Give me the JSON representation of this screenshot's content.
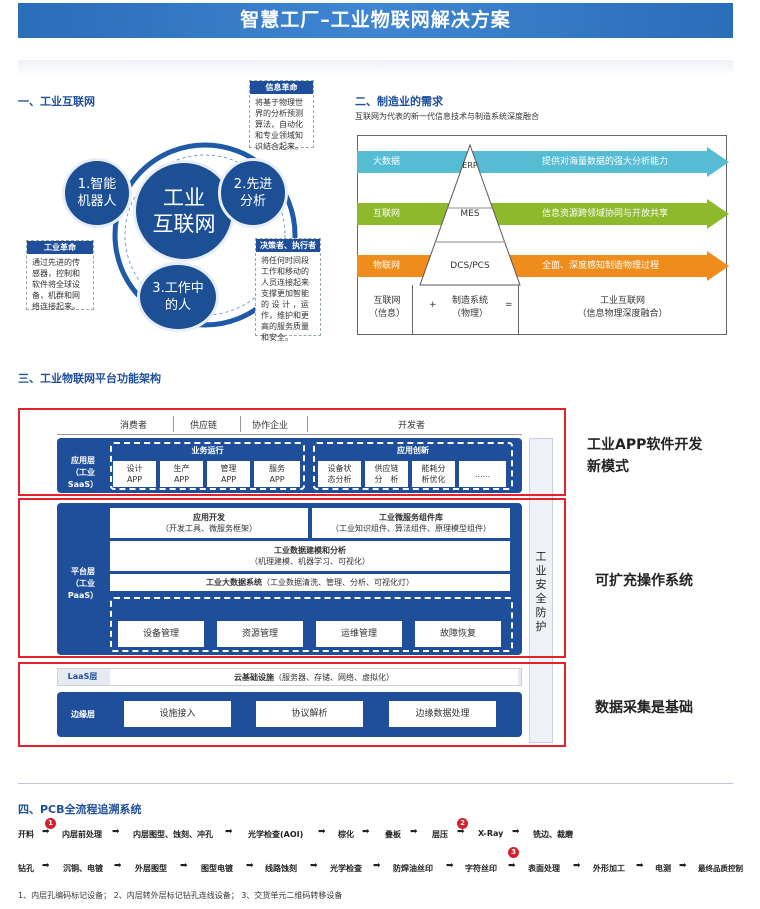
{
  "title": "智慧工厂–工业物联网解决方案",
  "sec1": {
    "title": "一、工业互联网",
    "center": [
      "工业",
      "互联网"
    ],
    "c1": [
      "1.智能",
      "机器人"
    ],
    "c2": [
      "2.先进",
      "分析"
    ],
    "c3": [
      "3.工作中",
      "的人"
    ],
    "note_info": {
      "head": "信息革命",
      "lines": [
        "将基于物理世",
        "界的分析预测",
        "算法，自动化",
        "和专业领域知",
        "识结合起来。"
      ]
    },
    "note_industry": {
      "head": "工业革命",
      "lines": [
        "通过先进的传",
        "感器，控制和",
        "软件将全球设",
        "备，机群和网",
        "络连接起来。"
      ]
    },
    "note_decision": {
      "head": "决策者、执行者",
      "lines": [
        "将任何时间段",
        "工作和移动的",
        "人员连接起来",
        "支撑更加智能",
        "的 设 计 ，运",
        "作，维护和更",
        "高的服务质量",
        "和安全。"
      ]
    }
  },
  "sec2": {
    "title": "二、制造业的需求",
    "subtitle": "互联网为代表的新一代信息技术与制造系统深度融合",
    "rows": [
      {
        "left": "大数据",
        "mid": "ERP",
        "right": "提供对海量数据的强大分析能力",
        "color": "#55bcd4"
      },
      {
        "left": "互联网",
        "mid": "MES",
        "right": "信息资源跨领域协同与开放共享",
        "color": "#8fb92c"
      },
      {
        "left": "物联网",
        "mid": "DCS/PCS",
        "right": "全面、深度感知制造物理过程",
        "color": "#ee8d1c"
      }
    ],
    "bottom": {
      "a": [
        "互联网",
        "（信息）"
      ],
      "plus": "+",
      "b": [
        "制造系统",
        "（物理）"
      ],
      "eq": "=",
      "c": [
        "工业互联网",
        "（信息物理深度融合）"
      ]
    }
  },
  "sec3": {
    "title": "三、工业物联网平台功能架构",
    "consumers": [
      "消费者",
      "供应链",
      "协作企业",
      "开发者"
    ],
    "saas_label": [
      "应用层",
      "（工业SaaS）"
    ],
    "biz_title": "业务运行",
    "biz_apps": [
      [
        "设计",
        "APP"
      ],
      [
        "生产",
        "APP"
      ],
      [
        "管理",
        "APP"
      ],
      [
        "服务",
        "APP"
      ]
    ],
    "innov_title": "应用创新",
    "innov_apps": [
      [
        "设备状",
        "态分析"
      ],
      [
        "供应链",
        "分　析"
      ],
      [
        "能耗分",
        "析优化"
      ],
      [
        "......",
        ""
      ]
    ],
    "paas_label": [
      "平台层",
      "（工业PaaS）"
    ],
    "app_dev": {
      "title": "应用开发",
      "sub": "（开发工具、微服务框架）"
    },
    "micro": {
      "title": "工业微服务组件库",
      "sub": "（工业知识组件、算法组件、原理模型组件）"
    },
    "model": {
      "title": "工业数据建模和分析",
      "sub": "（机理建模、机器学习、可视化）"
    },
    "bigdata": {
      "title": "工业大数据系统",
      "sub": "（工业数据清洗、管理、分析、可视化灯）"
    },
    "mgmt": [
      "设备管理",
      "资源管理",
      "运维管理",
      "故障恢复"
    ],
    "laas_label": "LaaS层",
    "cloud": {
      "title": "云基础设施",
      "sub": "（服务器、存储、网络、虚拟化）"
    },
    "edge_label": "边缘层",
    "edge": [
      "设施接入",
      "协议解析",
      "边缘数据处理"
    ],
    "security": "工业安全防护",
    "right_labels": [
      [
        "工业APP软件开发",
        "新模式"
      ],
      [
        "可扩充操作系统"
      ],
      [
        "数据采集是基础"
      ]
    ]
  },
  "sec4": {
    "title": "四、PCB全流程追溯系统",
    "row1": [
      "开料",
      "内层前处理",
      "内层图型、蚀刻、冲孔",
      "光学检查(AOI)",
      "棕化",
      "叠板",
      "层压",
      "X-Ray",
      "铣边、裁磨"
    ],
    "row2": [
      "钻孔",
      "沉铜、电镀",
      "外层图型",
      "图型电镀",
      "线路蚀刻",
      "光学检查",
      "防焊油丝印",
      "字符丝印",
      "表面处理",
      "外形加工",
      "电测",
      "最终品质控制"
    ],
    "badges": [
      "1",
      "2",
      "3"
    ],
    "footnote": "1、内层孔编码标记设备；  2、内层转外层标记钻孔连线设备；  3、交货单元二维码转移设备"
  }
}
